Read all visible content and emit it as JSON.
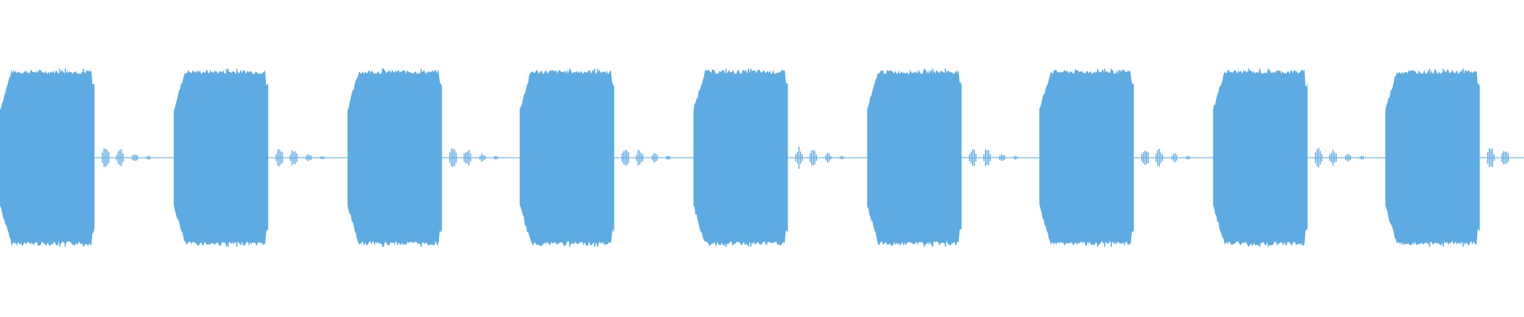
{
  "waveform": {
    "color": "#5dabe2",
    "background": "#ffffff",
    "bursts": [
      {
        "start": 0.0,
        "end": 0.062
      },
      {
        "start": 0.114,
        "end": 0.176
      },
      {
        "start": 0.228,
        "end": 0.29
      },
      {
        "start": 0.341,
        "end": 0.403
      },
      {
        "start": 0.455,
        "end": 0.517
      },
      {
        "start": 0.569,
        "end": 0.631
      },
      {
        "start": 0.682,
        "end": 0.744
      },
      {
        "start": 0.796,
        "end": 0.858
      },
      {
        "start": 0.909,
        "end": 0.971
      }
    ],
    "burst_amplitude": 0.95,
    "echo_amplitude": 0.12,
    "silence_amplitude": 0.005
  }
}
